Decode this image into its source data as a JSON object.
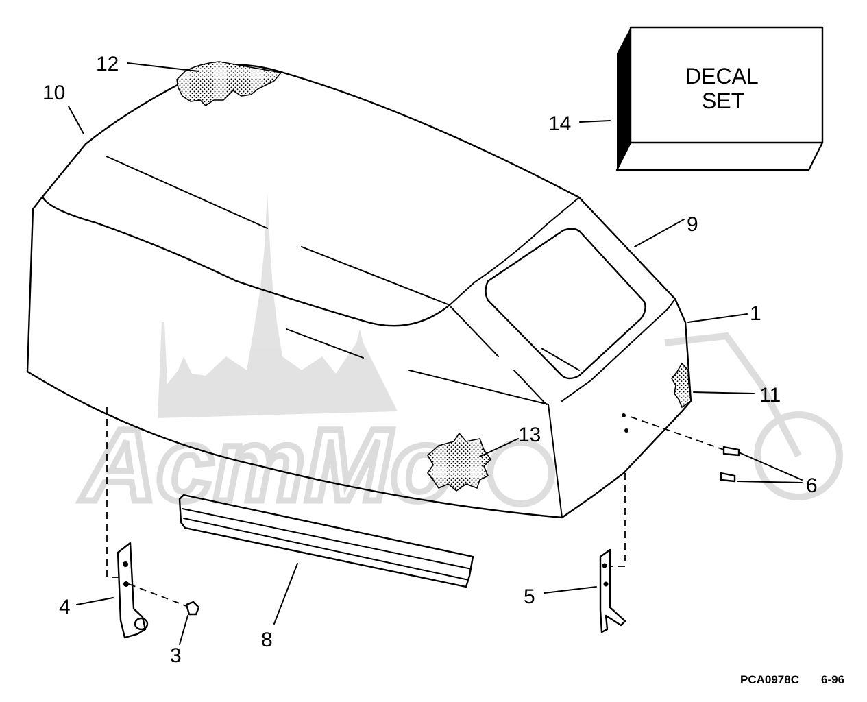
{
  "diagram": {
    "decal_box": {
      "line1": "DECAL",
      "line2": "SET"
    },
    "callouts": [
      {
        "id": "1",
        "label": "1"
      },
      {
        "id": "3",
        "label": "3"
      },
      {
        "id": "4",
        "label": "4"
      },
      {
        "id": "5",
        "label": "5"
      },
      {
        "id": "6",
        "label": "6"
      },
      {
        "id": "8",
        "label": "8"
      },
      {
        "id": "9",
        "label": "9"
      },
      {
        "id": "10",
        "label": "10"
      },
      {
        "id": "11",
        "label": "11"
      },
      {
        "id": "12",
        "label": "12"
      },
      {
        "id": "13",
        "label": "13"
      },
      {
        "id": "14",
        "label": "14"
      }
    ],
    "drawing_code": "PCA0978C",
    "drawing_date": "6-96"
  }
}
